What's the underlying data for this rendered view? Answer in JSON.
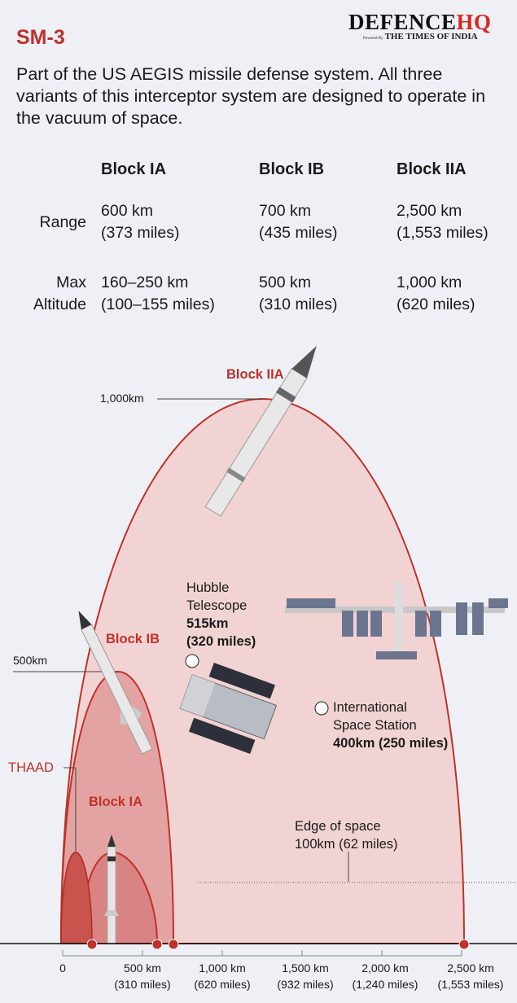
{
  "header": {
    "title": "SM-3",
    "logo_main": "DEFENCE",
    "logo_accent": "HQ",
    "logo_powered": "Powered By",
    "logo_sub": "THE TIMES OF INDIA",
    "intro": "Part of the US AEGIS missile defense system. All three variants of this interceptor system are designed to operate in the vacuum of space."
  },
  "table": {
    "columns": [
      "Block IA",
      "Block IB",
      "Block IIA"
    ],
    "rows": [
      {
        "label": "Range",
        "values": [
          [
            "600 km",
            "(373 miles)"
          ],
          [
            "700 km",
            "(435 miles)"
          ],
          [
            "2,500 km",
            "(1,553 miles)"
          ]
        ]
      },
      {
        "label1": "Max",
        "label2": "Altitude",
        "values": [
          [
            "160–250 km",
            "(100–155 miles)"
          ],
          [
            "500 km",
            "(310 miles)"
          ],
          [
            "1,000 km",
            "(620 miles)"
          ]
        ]
      }
    ]
  },
  "diagram": {
    "colors": {
      "arc_stroke": "#c0312b",
      "iia_fill": "#f2d3d3",
      "ib_fill": "#e4a3a3",
      "ia_fill": "#d98383",
      "thaad_fill": "#c9534d",
      "background": "#eef0f5"
    },
    "labels": {
      "block_iia": "Block IIA",
      "alt_1000": "1,000km",
      "block_ib": "Block IB",
      "alt_500": "500km",
      "thaad": "THAAD",
      "block_ia": "Block IA",
      "hubble_1": "Hubble",
      "hubble_2": "Telescope",
      "hubble_3": "515km",
      "hubble_4": "(320 miles)",
      "iss_1": "International",
      "iss_2": "Space Station",
      "iss_3": "400km (250 miles)",
      "edge_1": "Edge of space",
      "edge_2": "100km (62 miles)"
    },
    "axis": [
      {
        "km": "0",
        "miles": ""
      },
      {
        "km": "500 km",
        "miles": "(310 miles)"
      },
      {
        "km": "1,000 km",
        "miles": "(620 miles)"
      },
      {
        "km": "1,500 km",
        "miles": "(932 miles)"
      },
      {
        "km": "2,000 km",
        "miles": "(1,240 miles)"
      },
      {
        "km": "2,500 km",
        "miles": "(1,553 miles)"
      }
    ]
  }
}
